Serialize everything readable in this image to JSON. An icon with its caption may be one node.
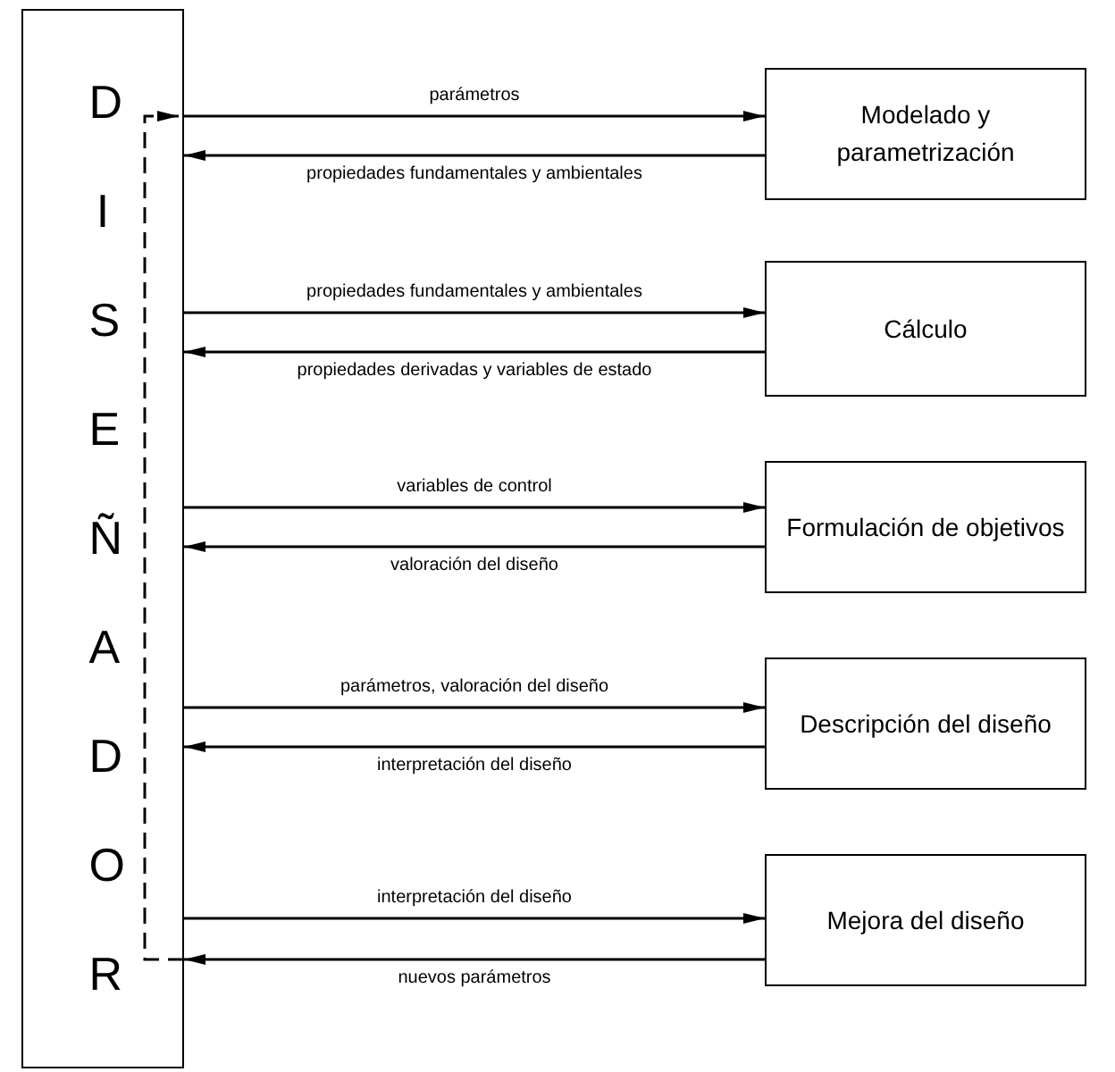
{
  "diagram": {
    "nodes": [
      {
        "text": [
          "DISEÑADOR"
        ]
      },
      {
        "text": [
          "Modelado y parametrización"
        ]
      },
      {
        "text": [
          "Cálculo"
        ]
      },
      {
        "text": [
          "Formulación de objetivos"
        ]
      },
      {
        "text": [
          "Descripción del diseño"
        ]
      },
      {
        "text": [
          "Mejora del diseño"
        ]
      }
    ],
    "edges": [
      {
        "from": 0,
        "to": 1,
        "arrow": "to",
        "label": "parámetros"
      },
      {
        "from": 1,
        "to": 0,
        "arrow": "to",
        "label": "propiedades fundamentales y ambientales"
      },
      {
        "from": 0,
        "to": 2,
        "arrow": "to",
        "label": "propiedades fundamentales y ambientales"
      },
      {
        "from": 2,
        "to": 0,
        "arrow": "to",
        "label": "propiedades derivadas y variables de estado"
      },
      {
        "from": 0,
        "to": 3,
        "arrow": "to",
        "label": "variables de control"
      },
      {
        "from": 3,
        "to": 0,
        "arrow": "to",
        "label": "valoración del diseño"
      },
      {
        "from": 0,
        "to": 4,
        "arrow": "to",
        "label": "parámetros, valoración del diseño"
      },
      {
        "from": 4,
        "to": 0,
        "arrow": "to",
        "label": "interpretación del diseño"
      },
      {
        "from": 0,
        "to": 5,
        "arrow": "to",
        "label": "interpretación del diseño"
      },
      {
        "from": 5,
        "to": 0,
        "arrow": "to",
        "label": "nuevos parámetros"
      },
      {
        "from": 0,
        "to": 0,
        "arrow": "to",
        "style": "dashed"
      }
    ]
  }
}
